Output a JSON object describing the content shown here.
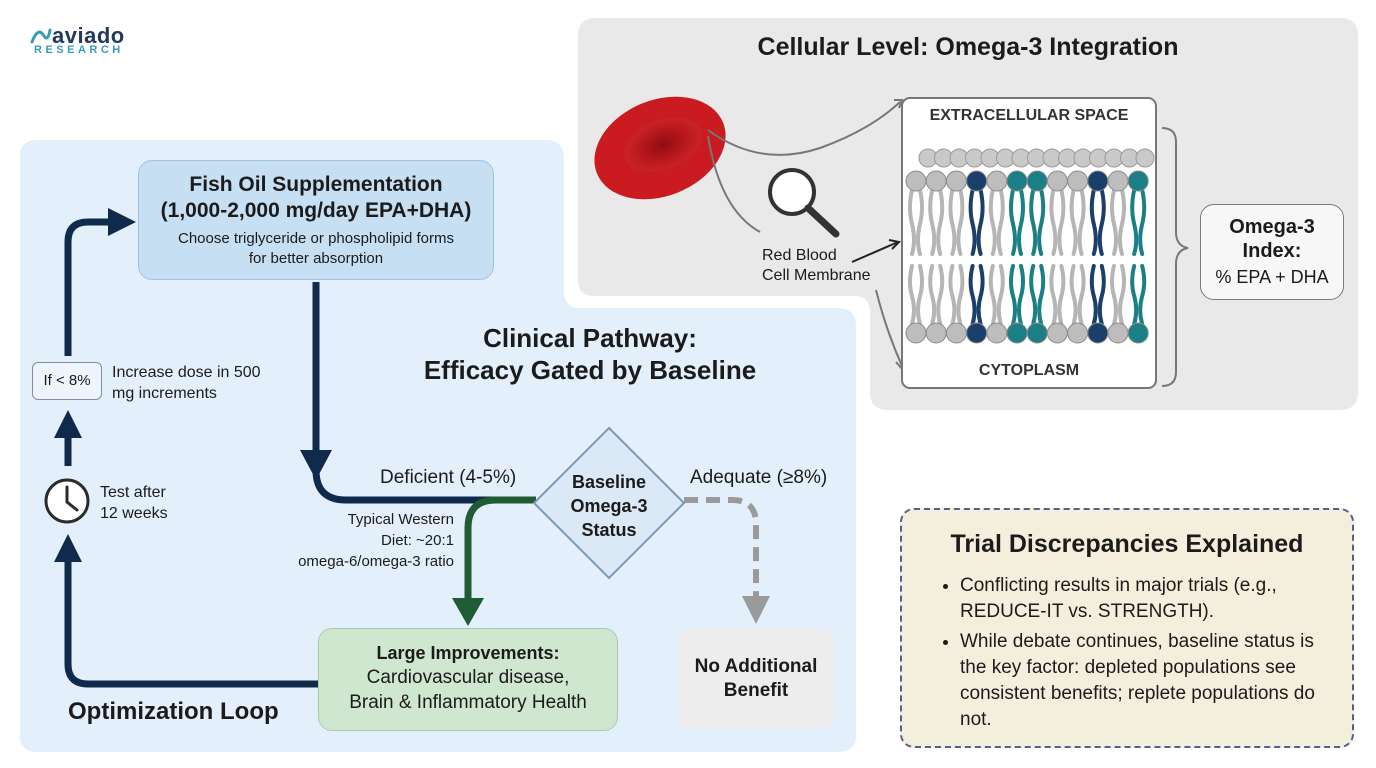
{
  "logo": {
    "word": "aviado",
    "sub": "RESEARCH"
  },
  "pathway": {
    "title_line1": "Clinical Pathway:",
    "title_line2": "Efficacy Gated by Baseline",
    "fish_oil": {
      "title": "Fish Oil Supplementation",
      "dose": "(1,000-2,000 mg/day EPA+DHA)",
      "note": "Choose triglyceride or phospholipid forms for better absorption"
    },
    "diamond": {
      "line1": "Baseline",
      "line2": "Omega-3",
      "line3": "Status"
    },
    "deficient_label": "Deficient (4-5%)",
    "adequate_label": "Adequate (≥8%)",
    "western_diet": {
      "line1": "Typical Western",
      "line2": "Diet: ~20:1",
      "line3": "omega-6/omega-3 ratio"
    },
    "large_improvements": {
      "title": "Large Improvements:",
      "line1": "Cardiovascular disease,",
      "line2": "Brain & Inflammatory Health"
    },
    "no_benefit": {
      "line1": "No Additional",
      "line2": "Benefit"
    }
  },
  "loop": {
    "title": "Optimization Loop",
    "if_label": "If < 8%",
    "increase_line1": "Increase dose in 500",
    "increase_line2": "mg increments",
    "test_line1": "Test after",
    "test_line2": "12 weeks",
    "clock_icon": "clock-icon"
  },
  "cellular": {
    "title": "Cellular Level: Omega-3 Integration",
    "extracellular": "EXTRACELLULAR SPACE",
    "cytoplasm": "CYTOPLASM",
    "rbc_line1": "Red Blood",
    "rbc_line2": "Cell Membrane",
    "index_line1": "Omega-3",
    "index_line2": "Index:",
    "index_line3": "% EPA + DHA",
    "icons": [
      "red-blood-cell-icon",
      "magnifier-icon"
    ]
  },
  "trial": {
    "title": "Trial Discrepancies Explained",
    "bullets": [
      "Conflicting results in major trials (e.g., REDUCE-IT vs. STRENGTH).",
      "While debate continues, baseline status is the key factor: depleted populations see consistent benefits; replete populations do not."
    ]
  },
  "colors": {
    "navy": "#0f2a4a",
    "green": "#1f5c33",
    "panel_blue": "#e3f0fb",
    "panel_gray": "#e9e9e9",
    "fish_box": "#c6dff3",
    "improve_box": "#cfe6cf",
    "trial_box": "#f4efdc",
    "rbc_red": "#c4161c",
    "lipid_navy": "#1a3f6b",
    "lipid_teal": "#1b7f86"
  }
}
